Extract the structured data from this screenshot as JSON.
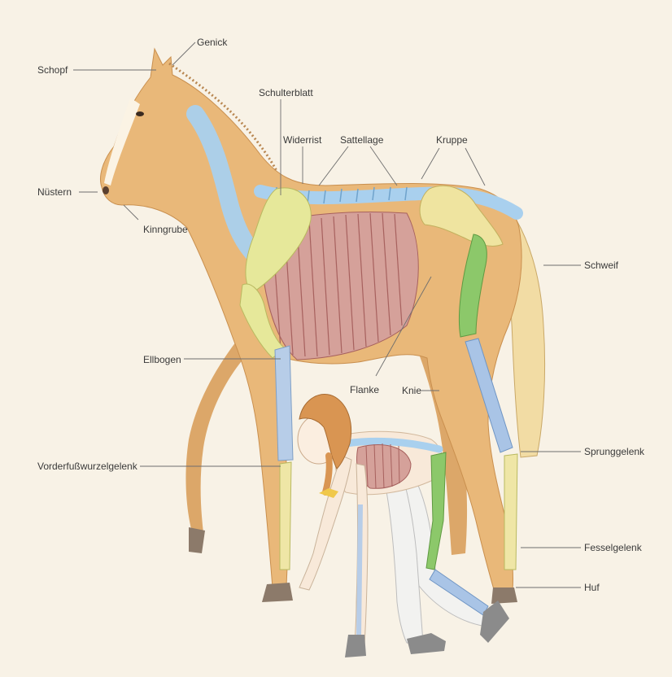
{
  "labels": {
    "schopf": "Schopf",
    "genick": "Genick",
    "schulterblatt": "Schulterblatt",
    "widerrist": "Widerrist",
    "sattellage": "Sattellage",
    "kruppe": "Kruppe",
    "nuestern": "Nüstern",
    "kinngrube": "Kinngrube",
    "schweif": "Schweif",
    "ellbogen": "Ellbogen",
    "flanke": "Flanke",
    "knie": "Knie",
    "vorderfusswurzelgelenk": "Vorderfußwurzelgelenk",
    "sprunggelenk": "Sprunggelenk",
    "fesselgelenk": "Fesselgelenk",
    "huf": "Huf"
  },
  "colors": {
    "background": "#f8f2e6",
    "horse_coat": "#e9b879",
    "spine": "#a9d0ee",
    "scapula": "#e6e89a",
    "pelvis": "#efe4a0",
    "femur": "#8cc86a",
    "ribcage": "#d5a19a",
    "rib_lines": "#a7615e",
    "tail": "#f2dca4",
    "girl_hair": "#d99552",
    "girl_skin": "#f8e9d9",
    "girl_pants": "#f2f2f0",
    "shoes": "#8b8b8b"
  }
}
